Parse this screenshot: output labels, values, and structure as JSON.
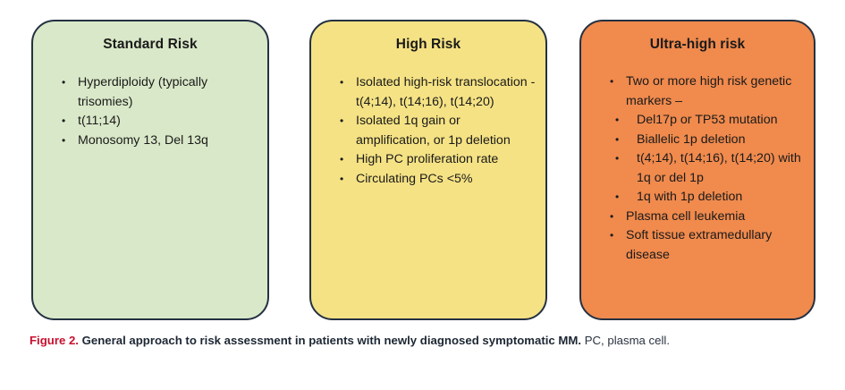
{
  "figure": {
    "boxes": [
      {
        "id": "standard-risk",
        "title": "Standard Risk",
        "color": "#d9e8c8",
        "items": [
          {
            "text": "Hyperdiploidy (typically trisomies)"
          },
          {
            "text": "t(11;14)"
          },
          {
            "text": "Monosomy 13, Del 13q"
          }
        ]
      },
      {
        "id": "high-risk",
        "title": "High Risk",
        "color": "#f5e284",
        "items": [
          {
            "text": "Isolated high-risk translocation - t(4;14), t(14;16), t(14;20)"
          },
          {
            "text": "Isolated 1q gain or amplification, or 1p deletion"
          },
          {
            "text": "High PC proliferation rate"
          },
          {
            "text": "Circulating PCs <5%"
          }
        ]
      },
      {
        "id": "ultra-high-risk",
        "title": "Ultra-high risk",
        "color": "#f08a4d",
        "items": [
          {
            "text": "Two or more high risk genetic markers –",
            "subitems": [
              {
                "text": "Del17p or TP53 mutation"
              },
              {
                "text": "Biallelic 1p deletion"
              },
              {
                "text": "t(4;14), t(14;16), t(14;20) with 1q or del 1p"
              },
              {
                "text": "1q with 1p deletion"
              }
            ]
          },
          {
            "text": "Plasma cell leukemia"
          },
          {
            "text": "Soft tissue extramedullary disease"
          }
        ]
      }
    ]
  },
  "caption": {
    "figure_number": "Figure 2.",
    "bold_text": "General approach to risk assessment in patients with newly diagnosed symptomatic MM.",
    "rest_text": "PC, plasma cell.",
    "accent_color": "#c8102e"
  }
}
